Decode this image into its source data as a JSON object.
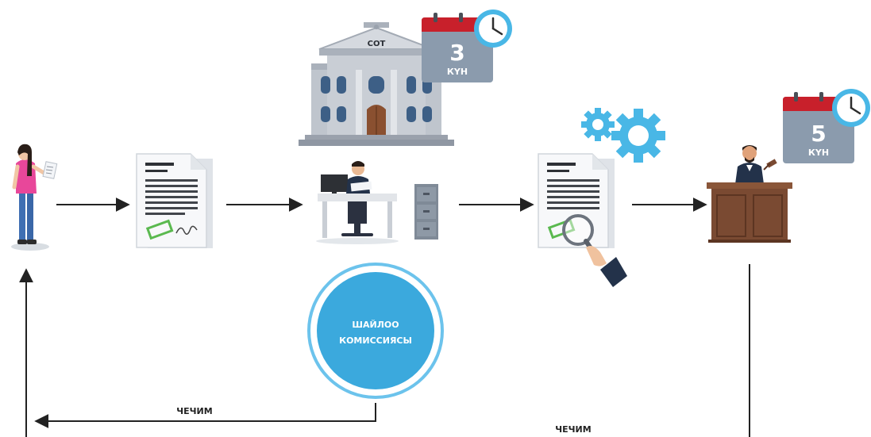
{
  "court_label": "СОТ",
  "calendar_short": {
    "number": "3",
    "unit": "КҮН"
  },
  "calendar_long": {
    "number": "5",
    "unit": "КҮН"
  },
  "commission": {
    "line1": "ШАЙЛОО",
    "line2": "КОМИССИЯСЫ"
  },
  "decision_left": "ЧЕЧИМ",
  "decision_right": "ЧЕЧИМ",
  "colors": {
    "arrow": "#222222",
    "calendar_red": "#c8202b",
    "calendar_gray": "#8b9bad",
    "clock_blue": "#49b7e6",
    "commission_fill": "#3ba9dd",
    "commission_ring": "#6cc3ec",
    "gear_blue": "#49b7e6",
    "court_stone": "#b7bdc6",
    "court_roof": "#a8afba",
    "stamp_green": "#5ab94f",
    "podium_brown": "#7a4a32"
  }
}
